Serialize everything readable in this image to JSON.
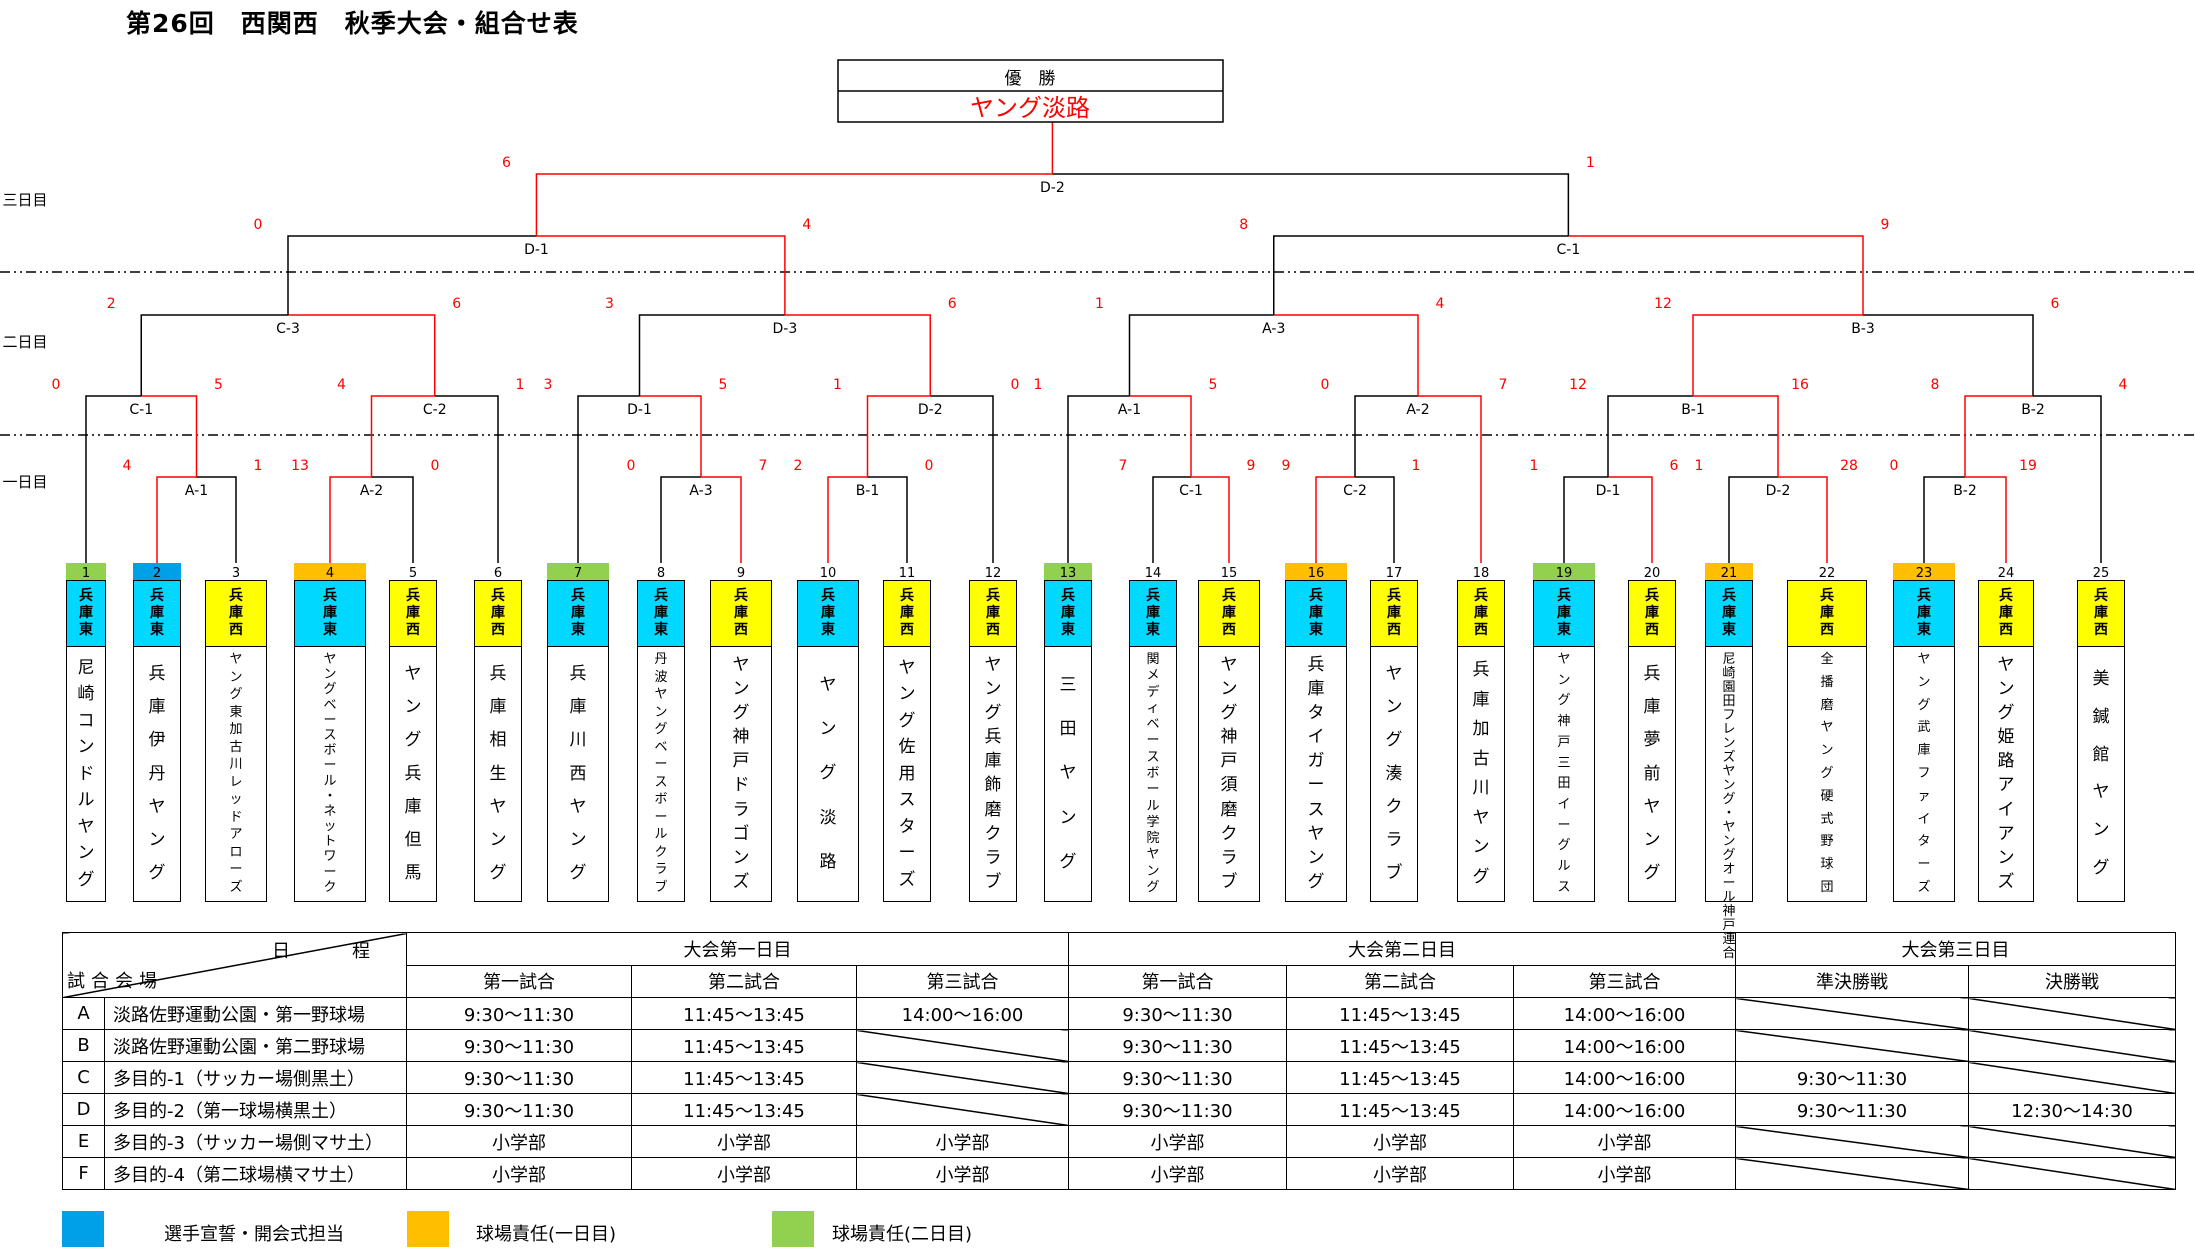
{
  "title": "第26回　西関西　秋季大会・組合せ表",
  "colors": {
    "line_win": "#ff0000",
    "line_lose": "#000000",
    "score": "#ff0000",
    "region_east": "#00d8ff",
    "region_west": "#ffff00",
    "hl_blue": "#00a0e8",
    "hl_orange": "#ffbe00",
    "hl_green": "#92d050"
  },
  "champion": {
    "label": "優　勝",
    "name": "ヤング淡路"
  },
  "day_labels": [
    "三日目",
    "二日目",
    "一日目"
  ],
  "match_labels": {
    "A-1": "A-1",
    "A-2": "A-2",
    "A-3": "A-3",
    "B-1": "B-1",
    "C-1": "C-1",
    "C-2": "C-2",
    "D-1": "D-1",
    "D-2": "D-2",
    "B-2": "B-2"
  },
  "teams": [
    {
      "num": "1",
      "region": "兵庫東",
      "name": "尼崎コンドルヤング",
      "hl": "green"
    },
    {
      "num": "2",
      "region": "兵庫東",
      "name": "兵庫伊丹ヤング",
      "hl": "blue"
    },
    {
      "num": "3",
      "region": "兵庫西",
      "name": "ヤング東加古川レッドアローズ",
      "hl": ""
    },
    {
      "num": "4",
      "region": "兵庫東",
      "name": "ヤングベースボール・ネットワーク",
      "hl": "orange"
    },
    {
      "num": "5",
      "region": "兵庫西",
      "name": "ヤング兵庫但馬",
      "hl": ""
    },
    {
      "num": "6",
      "region": "兵庫西",
      "name": "兵庫相生ヤング",
      "hl": ""
    },
    {
      "num": "7",
      "region": "兵庫東",
      "name": "兵庫川西ヤング",
      "hl": "green"
    },
    {
      "num": "8",
      "region": "兵庫東",
      "name": "丹波ヤングベースボールクラブ",
      "hl": ""
    },
    {
      "num": "9",
      "region": "兵庫西",
      "name": "ヤング神戸ドラゴンズ",
      "hl": ""
    },
    {
      "num": "10",
      "region": "兵庫東",
      "name": "ヤング淡路",
      "hl": ""
    },
    {
      "num": "11",
      "region": "兵庫西",
      "name": "ヤング佐用スターズ",
      "hl": ""
    },
    {
      "num": "12",
      "region": "兵庫西",
      "name": "ヤング兵庫飾磨クラブ",
      "hl": ""
    },
    {
      "num": "13",
      "region": "兵庫東",
      "name": "三田ヤング",
      "hl": "green"
    },
    {
      "num": "14",
      "region": "兵庫東",
      "name": "関メディベースボール学院ヤング",
      "hl": ""
    },
    {
      "num": "15",
      "region": "兵庫西",
      "name": "ヤング神戸須磨クラブ",
      "hl": ""
    },
    {
      "num": "16",
      "region": "兵庫東",
      "name": "兵庫タイガースヤング",
      "hl": "orange"
    },
    {
      "num": "17",
      "region": "兵庫西",
      "name": "ヤング湊クラブ",
      "hl": ""
    },
    {
      "num": "18",
      "region": "兵庫西",
      "name": "兵庫加古川ヤング",
      "hl": ""
    },
    {
      "num": "19",
      "region": "兵庫東",
      "name": "ヤング神戸三田イーグルス",
      "hl": "green"
    },
    {
      "num": "20",
      "region": "兵庫西",
      "name": "兵庫夢前ヤング",
      "hl": ""
    },
    {
      "num": "21",
      "region": "兵庫東",
      "name": "尼崎園田フレンズヤング・ヤングオール神戸連合",
      "hl": "orange"
    },
    {
      "num": "22",
      "region": "兵庫西",
      "name": "全播磨ヤング硬式野球団",
      "hl": ""
    },
    {
      "num": "23",
      "region": "兵庫東",
      "name": "ヤング武庫ファイターズ",
      "hl": "orange"
    },
    {
      "num": "24",
      "region": "兵庫西",
      "name": "ヤング姫路アイアンズ",
      "hl": ""
    },
    {
      "num": "25",
      "region": "兵庫西",
      "name": "美鍼館ヤング",
      "hl": ""
    }
  ],
  "schedule": {
    "corner_top": "日　程",
    "corner_bottom": "試合会場",
    "days": [
      "大会第一日目",
      "大会第二日目",
      "大会第三日目"
    ],
    "rounds": [
      "第一試合",
      "第二試合",
      "第三試合",
      "第一試合",
      "第二試合",
      "第三試合",
      "準決勝戦",
      "決勝戦"
    ],
    "rows": [
      {
        "id": "A",
        "venue": "淡路佐野運動公園・第一野球場",
        "cells": [
          "9:30～11:30",
          "11:45～13:45",
          "14:00～16:00",
          "9:30～11:30",
          "11:45～13:45",
          "14:00～16:00",
          "/",
          "/"
        ]
      },
      {
        "id": "B",
        "venue": "淡路佐野運動公園・第二野球場",
        "cells": [
          "9:30～11:30",
          "11:45～13:45",
          "/",
          "9:30～11:30",
          "11:45～13:45",
          "14:00～16:00",
          "/",
          "/"
        ]
      },
      {
        "id": "C",
        "venue": "多目的-1（サッカー場側黒土）",
        "cells": [
          "9:30～11:30",
          "11:45～13:45",
          "/",
          "9:30～11:30",
          "11:45～13:45",
          "14:00～16:00",
          "9:30～11:30",
          "/"
        ]
      },
      {
        "id": "D",
        "venue": "多目的-2（第一球場横黒土）",
        "cells": [
          "9:30～11:30",
          "11:45～13:45",
          "/",
          "9:30～11:30",
          "11:45～13:45",
          "14:00～16:00",
          "9:30～11:30",
          "12:30～14:30"
        ]
      },
      {
        "id": "E",
        "venue": "多目的-3（サッカー場側マサ土）",
        "cells": [
          "小学部",
          "小学部",
          "小学部",
          "小学部",
          "小学部",
          "小学部",
          "/",
          "/"
        ]
      },
      {
        "id": "F",
        "venue": "多目的-4（第二球場横マサ土）",
        "cells": [
          "小学部",
          "小学部",
          "小学部",
          "小学部",
          "小学部",
          "小学部",
          "/",
          "/"
        ]
      }
    ]
  },
  "legend": [
    {
      "label": "選手宣誓・開会式担当",
      "color": "#00a0e8"
    },
    {
      "label": "球場責任(一日目)",
      "color": "#ffbe00"
    },
    {
      "label": "球場責任(二日目)",
      "color": "#92d050"
    }
  ]
}
